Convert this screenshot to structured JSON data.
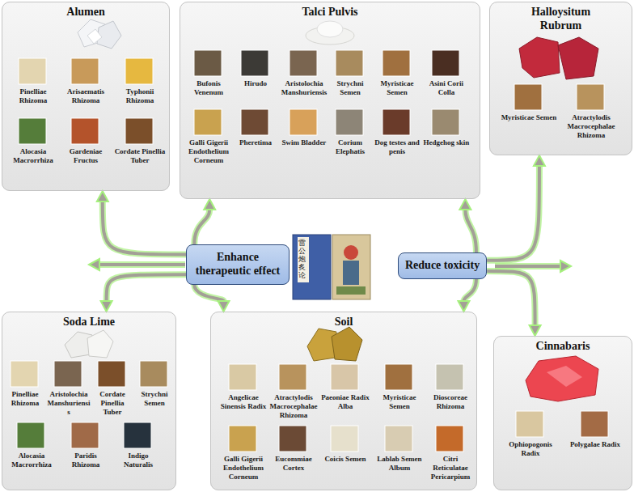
{
  "diagram": {
    "nodes": [
      {
        "text": [
          "Alumen",
          "Pinelliae Rhizoma",
          "Arisaematis Rhizoma",
          "Typhonii Rhizoma",
          "Alocasia Macrorrhiza",
          "Gardeniae Fructus",
          "Cordate Pinellia Tuber"
        ]
      },
      {
        "text": [
          "Talci Pulvis",
          "Bufonis Venenum",
          "Hirudo",
          "Aristolochia Manshuriensis",
          "Strychni Semen",
          "Myristicae Semen",
          "Asini Corii Colla",
          "Galli Gigerii Endothelium Corneum",
          "Pheretima",
          "Swim Bladder",
          "Corium Elephatis",
          "Dog testes and penis",
          "Hedgehog skin"
        ]
      },
      {
        "text": [
          "Halloysitum Rubrum",
          "Myristicae Semen",
          "Atractylodis Macrocephalae Rhizoma"
        ]
      },
      {
        "text": [
          "Enhance therapeutic effect"
        ]
      },
      {
        "text": [
          "Reduce toxicity"
        ]
      },
      {
        "text": [
          "Soda Lime",
          "Pinelliae Rhizoma",
          "Aristolochia Manshuriensis",
          "Cordate Pinellia Tuber",
          "Strychni Semen",
          "Alocasia Macrorrhiza",
          "Paridis Rhizoma",
          "Indigo Naturalis"
        ]
      },
      {
        "text": [
          "Soil",
          "Angelicae Sinensis Radix",
          "Atractylodis Macrocephalae Rhizoma",
          "Paeoniae Radix Alba",
          "Myristicae Semen",
          "Dioscoreae Rhizoma",
          "Galli Gigerii Endothelium Corneum",
          "Eucommiae Cortex",
          "Coicis Semen",
          "Lablab Semen Album",
          "Citri Reticulatae Pericarpium"
        ]
      },
      {
        "text": [
          "Cinnabaris",
          "Ophiopogonis Radix",
          "Polygalae Radix"
        ]
      }
    ],
    "edges": [
      {
        "from": 3,
        "to": 0,
        "arrow": "to"
      },
      {
        "from": 3,
        "to": 1,
        "arrow": "to"
      },
      {
        "from": 3,
        "to": 5,
        "arrow": "to"
      },
      {
        "from": 3,
        "to": 6,
        "arrow": "to"
      },
      {
        "from": 4,
        "to": 1,
        "arrow": "to"
      },
      {
        "from": 4,
        "to": 2,
        "arrow": "to"
      },
      {
        "from": 4,
        "to": 7,
        "arrow": "to"
      },
      {
        "from": 4,
        "to": 6,
        "arrow": "to"
      }
    ],
    "labels": [
      "雷公炮炙论"
    ]
  }
}
